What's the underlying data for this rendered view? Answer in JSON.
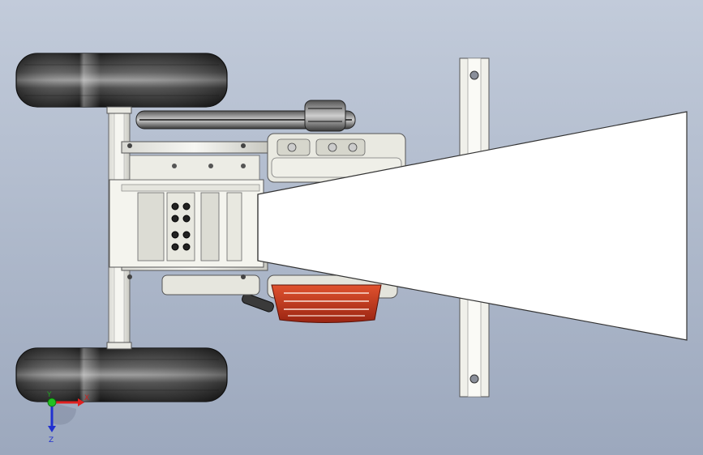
{
  "triad": {
    "x_label": "X",
    "y_label": "Y",
    "z_label": "Z",
    "x_color": "#e02020",
    "y_color": "#22c022",
    "z_color": "#2030d0"
  },
  "colors": {
    "background_top": "#bcc6d6",
    "background_bottom": "#9fabc0",
    "tire": "#2a2a2a",
    "frame": "#f2f2ec",
    "engine_guard": "#c9361c",
    "chute": "#ffffff"
  }
}
